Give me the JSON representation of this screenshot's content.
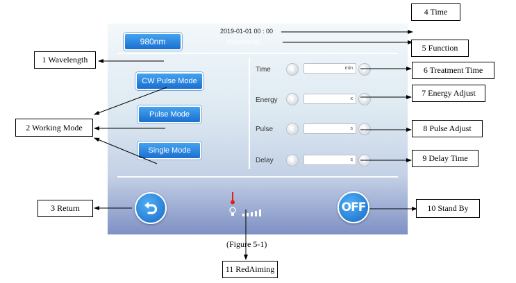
{
  "screen": {
    "datetime": "2019-01-01 00 : 00",
    "function": "Physiotherapy",
    "wavelength": "980nm",
    "modes": [
      "CW Pulse Mode",
      "Pulse Mode",
      "Single Mode"
    ],
    "params": [
      {
        "label": "Time",
        "unit": "min"
      },
      {
        "label": "Energy",
        "unit": "x"
      },
      {
        "label": "Pulse",
        "unit": "s"
      },
      {
        "label": "Delay",
        "unit": "s"
      }
    ],
    "off_label": "OFF",
    "aiming_level": 5
  },
  "callouts": {
    "time": "4 Time",
    "function": "5 Function",
    "wavelength": "1 Wavelength",
    "treatment_time": "6 Treatment Time",
    "energy_adjust": "7 Energy Adjust",
    "working_mode": "2 Working Mode",
    "pulse_adjust": "8 Pulse Adjust",
    "delay_time": "9 Delay Time",
    "return": "3 Return",
    "stand_by": "10 Stand By",
    "red_aiming": "11 RedAiming"
  },
  "caption": "(Figure 5-1)",
  "icons": [
    "chevron-left-icon",
    "chevron-right-icon",
    "return-arrow-icon",
    "thermometer-icon",
    "lightbulb-icon",
    "signal-bars-icon"
  ]
}
